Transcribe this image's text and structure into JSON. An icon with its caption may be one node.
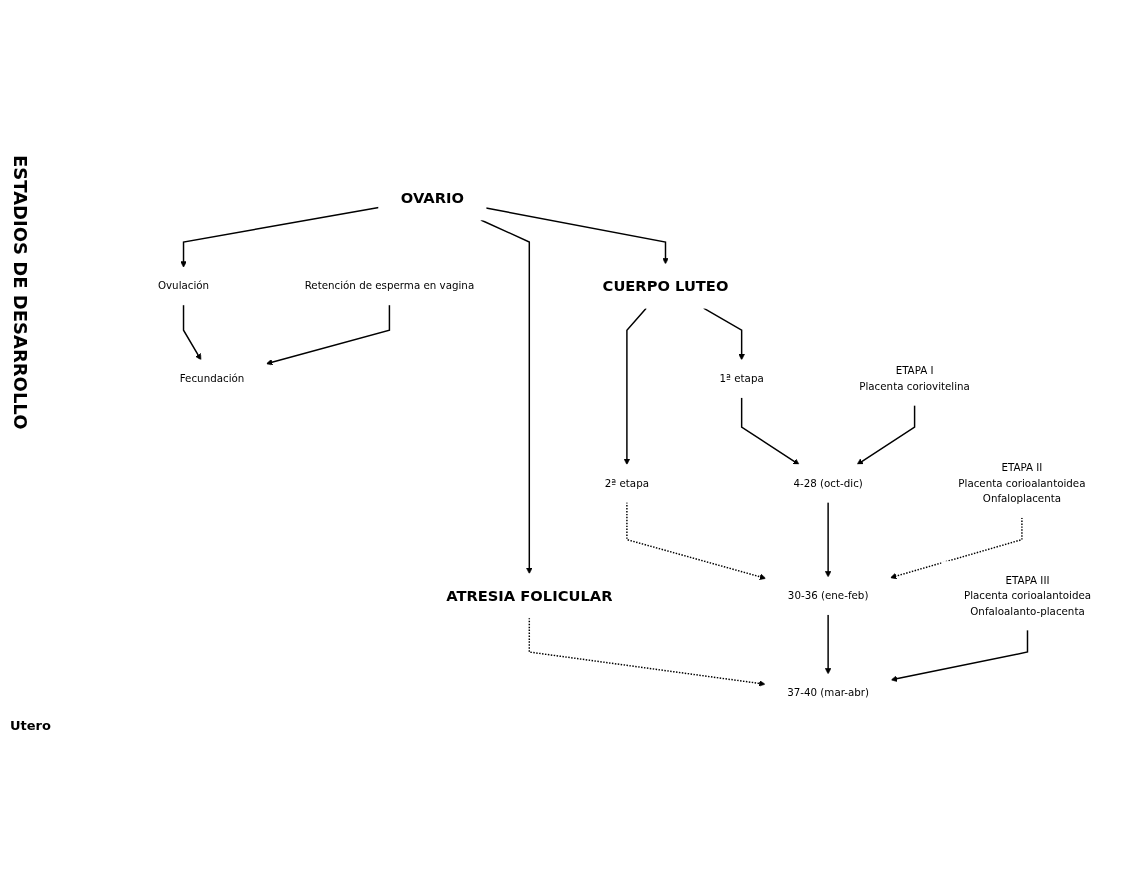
{
  "diagram": {
    "nodes": [
      {
        "text": [
          "OVARIO"
        ]
      },
      {
        "text": [
          "Ovulación"
        ]
      },
      {
        "text": [
          "Retención de esperma en vagina"
        ]
      },
      {
        "text": [
          "Fecundación"
        ]
      },
      {
        "text": [
          "CUERPO LUTEO"
        ]
      },
      {
        "text": [
          "ATRESIA FOLICULAR"
        ]
      },
      {
        "text": [
          "1ª etapa"
        ]
      },
      {
        "text": [
          "2ª etapa"
        ]
      },
      {
        "text": [
          "4-28 (oct-dic)"
        ]
      },
      {
        "text": [
          "30-36 (ene-feb)"
        ]
      },
      {
        "text": [
          "37-40 (mar-abr)"
        ]
      },
      {
        "text": [
          "ETAPA I",
          "Placenta coriovitelina"
        ]
      },
      {
        "text": [
          "ETAPA II",
          "Placenta corioalantoidea",
          "Onfaloplacenta"
        ]
      },
      {
        "text": [
          "ETAPA III",
          "Placenta corioalantoidea",
          "Onfaloalanto-placenta"
        ]
      }
    ],
    "edges": [
      {
        "from": 0,
        "to": 1,
        "arrow": "to"
      },
      {
        "from": 1,
        "to": 3,
        "arrow": "to"
      },
      {
        "from": 2,
        "to": 3,
        "arrow": "to"
      },
      {
        "from": 0,
        "to": 4,
        "arrow": "to"
      },
      {
        "from": 0,
        "to": 5,
        "arrow": "to"
      },
      {
        "from": 4,
        "to": 6,
        "arrow": "to"
      },
      {
        "from": 4,
        "to": 7,
        "arrow": "to"
      },
      {
        "from": 6,
        "to": 8,
        "arrow": "to"
      },
      {
        "from": 7,
        "to": 9,
        "arrow": "to",
        "style": "dashed"
      },
      {
        "from": 5,
        "to": 10,
        "arrow": "to",
        "style": "dashed"
      },
      {
        "from": 8,
        "to": 9,
        "arrow": "to"
      },
      {
        "from": 9,
        "to": 10,
        "arrow": "to"
      },
      {
        "from": 11,
        "to": 8,
        "arrow": "to"
      },
      {
        "from": 12,
        "to": 9,
        "arrow": "to",
        "style": "dashed"
      },
      {
        "from": 13,
        "to": 10,
        "arrow": "to"
      }
    ],
    "labels": [
      "ESTADIOS DE DESARROLLO",
      "Utero"
    ]
  }
}
